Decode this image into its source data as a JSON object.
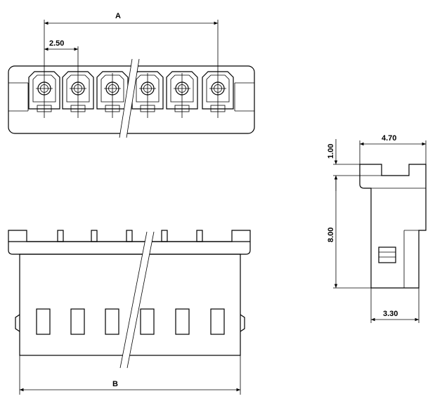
{
  "drawing": {
    "top_view": {
      "pin_count": 6,
      "dim_overall": "A",
      "dim_pitch": "2.50"
    },
    "front_view": {
      "dim_overall": "B"
    },
    "side_view": {
      "dim_width": "4.70",
      "dim_step": "1.00",
      "dim_height": "8.00",
      "dim_base": "3.30"
    }
  }
}
